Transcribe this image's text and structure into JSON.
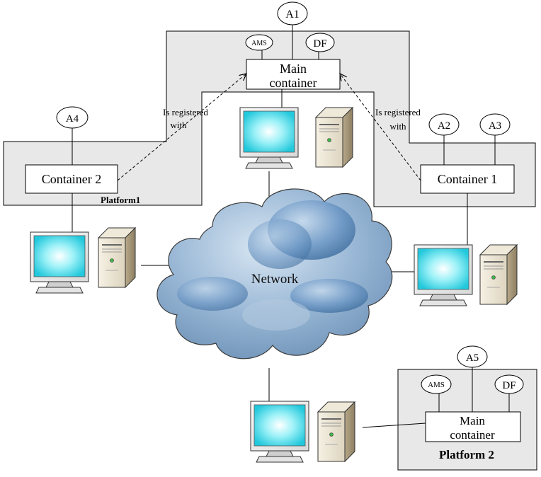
{
  "platform1": {
    "label": "Platform1",
    "main_container": {
      "label_line1": "Main",
      "label_line2": "container"
    },
    "services": {
      "ams": "AMS",
      "df": "DF"
    },
    "container1": {
      "label": "Container 1"
    },
    "container2": {
      "label": "Container 2"
    },
    "agents": {
      "a1": "A1",
      "a2": "A2",
      "a3": "A3",
      "a4": "A4"
    },
    "registration_left": {
      "line1": "Is registered",
      "line2": "with"
    },
    "registration_right": {
      "line1": "Is registered",
      "line2": "with"
    }
  },
  "platform2": {
    "label": "Platform 2",
    "main_container": {
      "label_line1": "Main",
      "label_line2": "container"
    },
    "services": {
      "ams": "AMS",
      "df": "DF"
    },
    "agents": {
      "a5": "A5"
    }
  },
  "network": {
    "label": "Network"
  },
  "colors": {
    "platform_fill": "#e8e8e8",
    "monitor_screen": "#5fe0ee",
    "cloud_fill": "#8fb0d0",
    "line": "#000000"
  }
}
